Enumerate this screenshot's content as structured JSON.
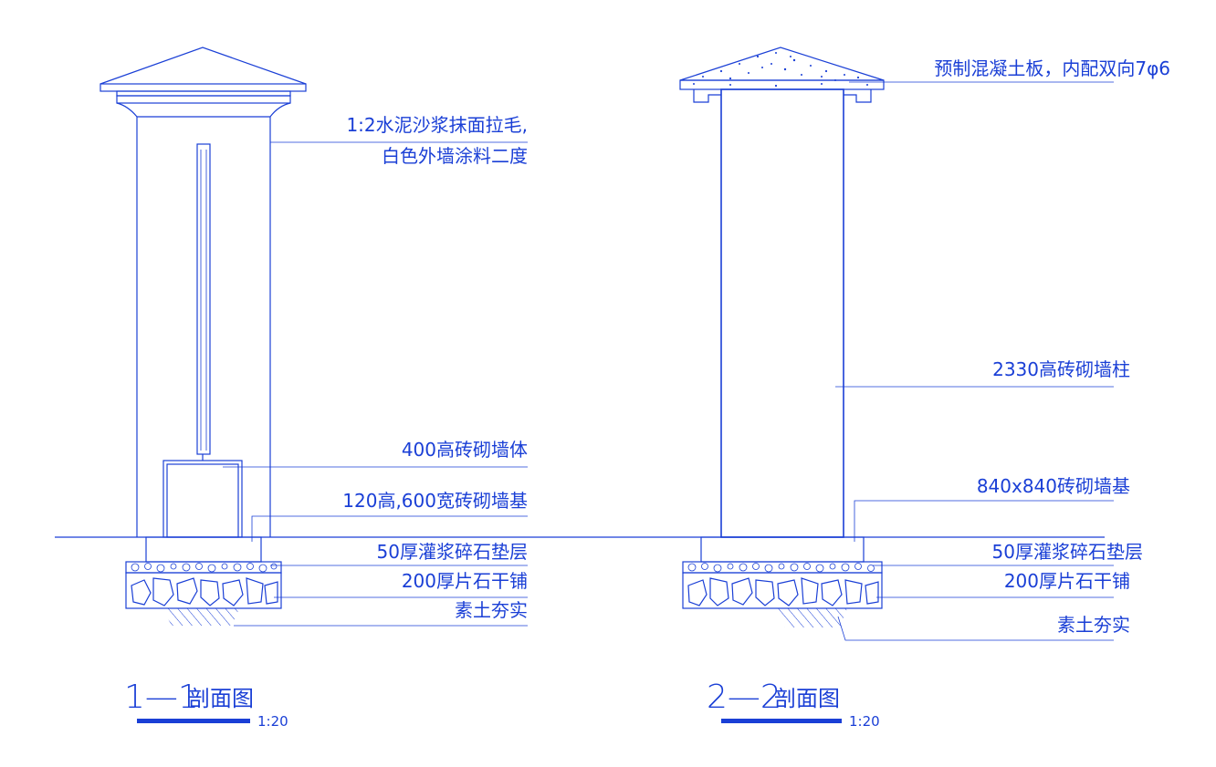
{
  "sections": [
    {
      "id": "section-1-1",
      "title_number": "1—1",
      "title_text": "剖面图",
      "scale": "1:20",
      "labels": {
        "finish": [
          "1:2水泥沙浆抹面拉毛,",
          "白色外墙涂料二度"
        ],
        "wall": "400高砖砌墙体",
        "footing": "120高,600宽砖砌墙基",
        "gravel": "50厚灌浆碎石垫层",
        "stone": "200厚片石干铺",
        "soil": "素土夯实"
      }
    },
    {
      "id": "section-2-2",
      "title_number": "2—2",
      "title_text": "剖面图",
      "scale": "1:20",
      "labels": {
        "cap": "预制混凝土板，内配双向7φ6",
        "column": "2330高砖砌墙柱",
        "footing": "840x840砖砌墙基",
        "gravel": "50厚灌浆碎石垫层",
        "stone": "200厚片石干铺",
        "soil": "素土夯实"
      }
    }
  ],
  "colors": {
    "line": "#1a3fd6",
    "background": "#ffffff"
  }
}
